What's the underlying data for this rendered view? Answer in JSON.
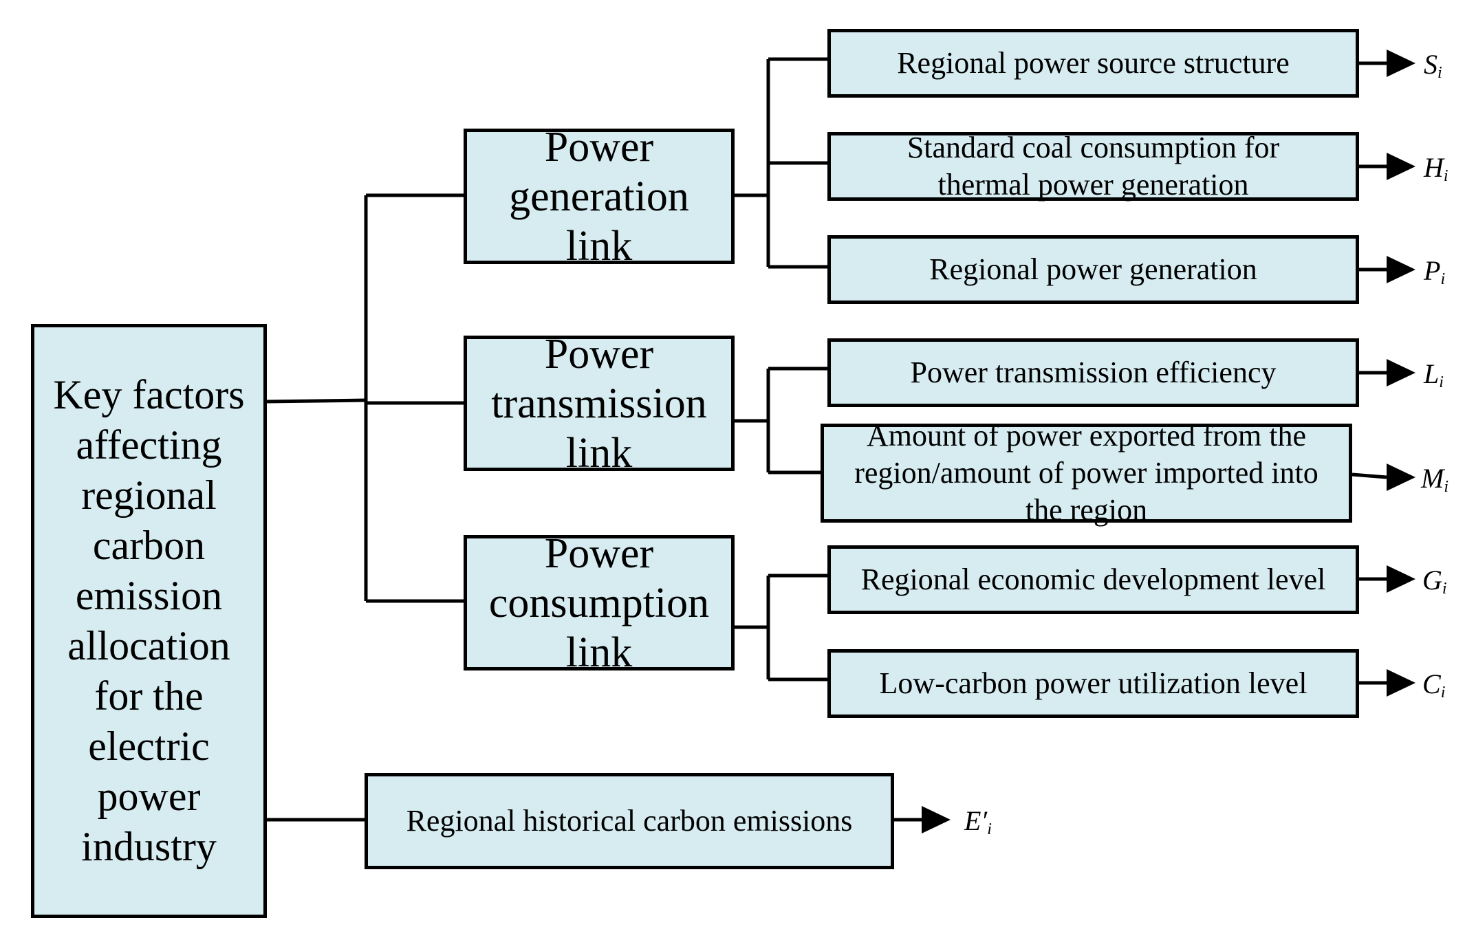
{
  "root": {
    "label": "Key factors affecting regional carbon emission allocation for the electric power industry"
  },
  "links": [
    {
      "label": "Power generation link",
      "factors": [
        {
          "label": "Regional power source structure",
          "symbol": "S",
          "sub": "i"
        },
        {
          "label": "Standard coal consumption for thermal power generation",
          "symbol": "H",
          "sub": "i"
        },
        {
          "label": "Regional power generation",
          "symbol": "P",
          "sub": "i"
        }
      ]
    },
    {
      "label": "Power transmission link",
      "factors": [
        {
          "label": "Power transmission efficiency",
          "symbol": "L",
          "sub": "i"
        },
        {
          "label": "Amount of power exported from the region/amount of power imported into the region",
          "symbol": "M",
          "sub": "i"
        }
      ]
    },
    {
      "label": "Power consumption link",
      "factors": [
        {
          "label": "Regional economic development level",
          "symbol": "G",
          "sub": "i"
        },
        {
          "label": "Low-carbon power utilization level",
          "symbol": "C",
          "sub": "i"
        }
      ]
    }
  ],
  "history": {
    "label": "Regional historical carbon emissions",
    "symbol": "E′",
    "sub": "i"
  }
}
